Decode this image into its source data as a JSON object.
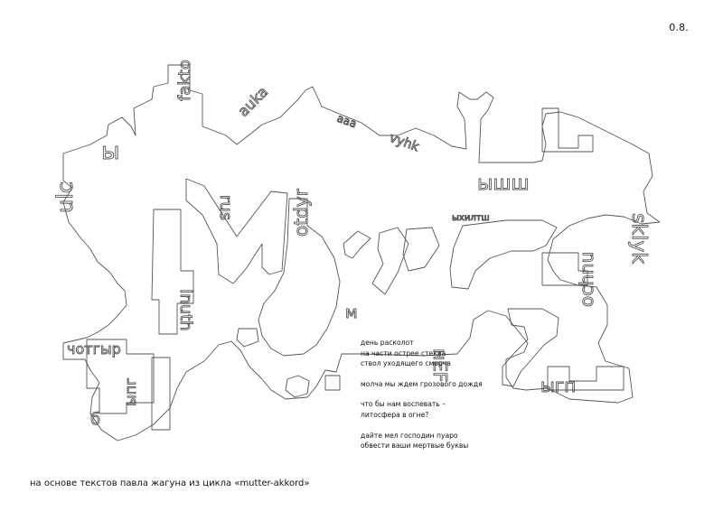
{
  "page_number": "0.8.",
  "artwork": {
    "icon": "letter-collage-outline"
  },
  "poem": {
    "stanzas": [
      [
        "день расколот",
        "на части острее стекла",
        "ствол уходящего смерча"
      ],
      [
        "молча мы ждем грозового дождя"
      ],
      [
        "что бы нам воспевать –",
        "литосфера в огне?"
      ],
      [
        "дайте мел господин пуаро",
        "обвести ваши мертвые буквы"
      ]
    ]
  },
  "caption": "на основе текстов павла жагуна из цикла «mutter-akkord»",
  "colors": {
    "outline": "#555555",
    "text": "#111111",
    "background": "#ffffff"
  }
}
